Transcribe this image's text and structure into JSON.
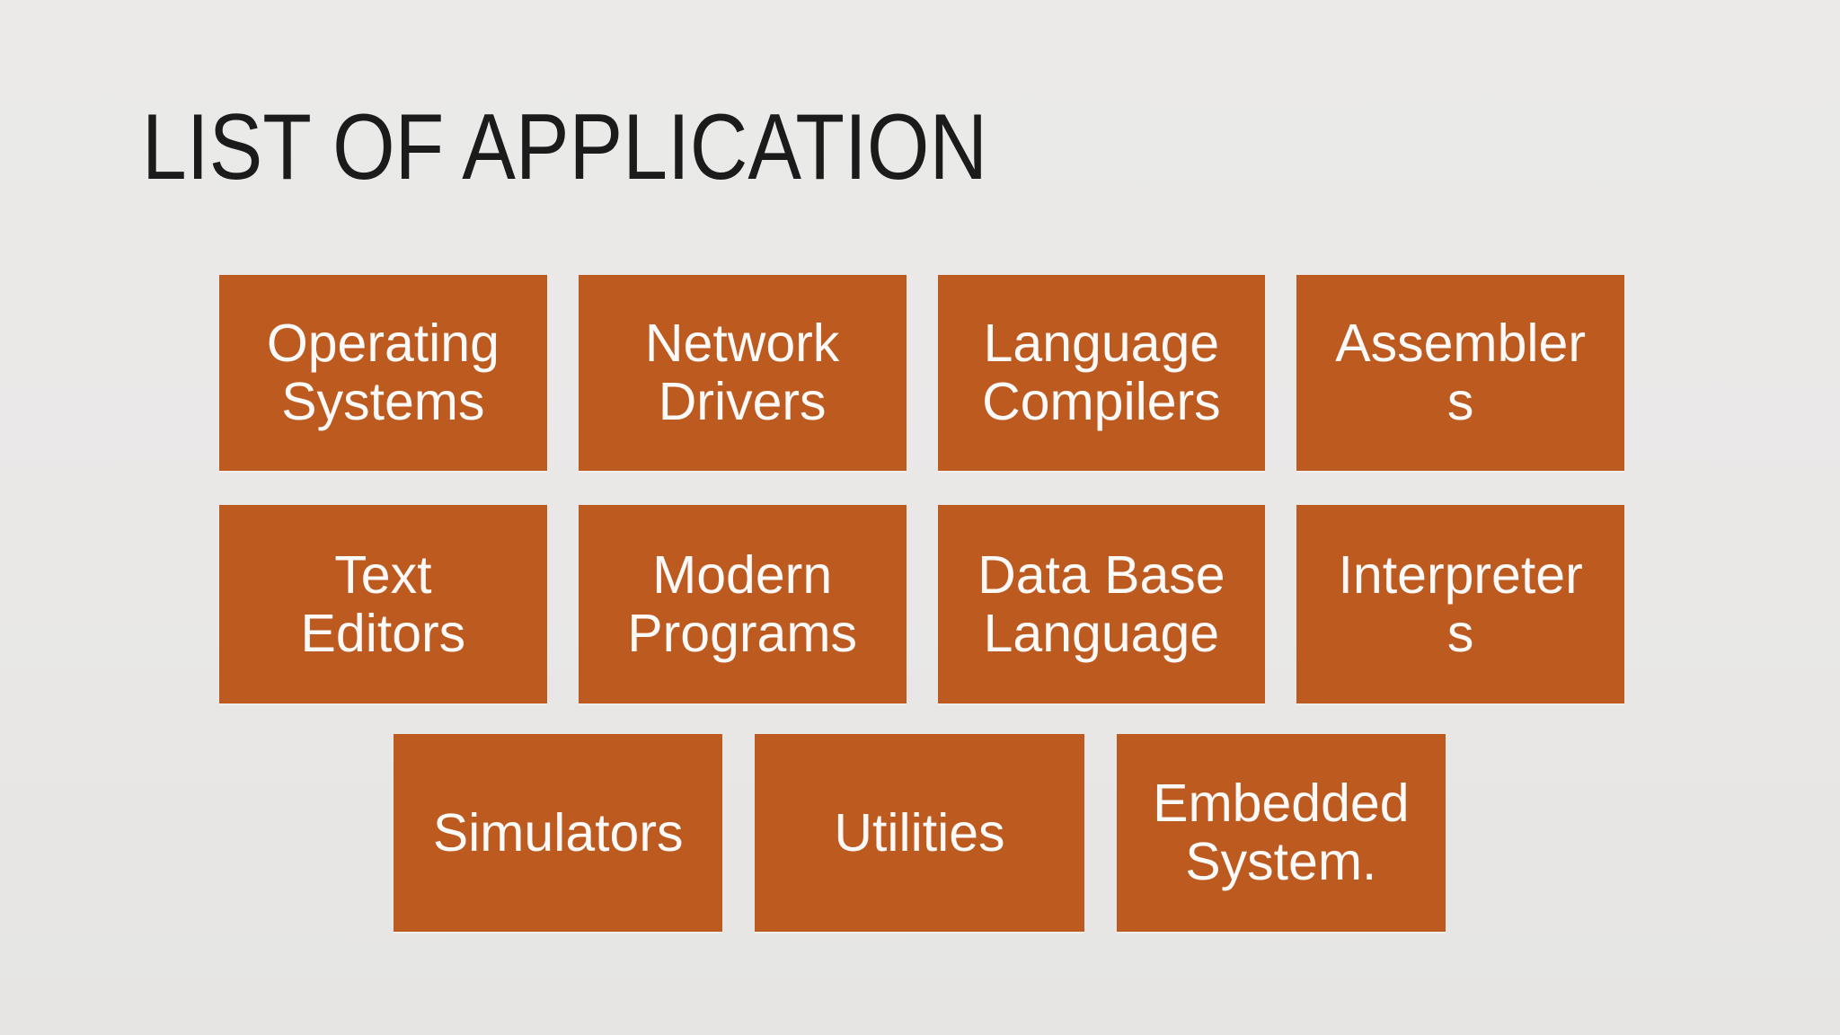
{
  "slide": {
    "title": "LIST OF APPLICATION",
    "colors": {
      "background": "#E9E8E7",
      "box_fill": "#BD5A20",
      "box_text": "#FBFAF8",
      "title_text": "#1B1B1B"
    },
    "rows": [
      {
        "items": [
          {
            "label": "Operating Systems",
            "display": "Operating\nSystems"
          },
          {
            "label": "Network Drivers",
            "display": "Network\nDrivers"
          },
          {
            "label": "Language Compilers",
            "display": "Language\nCompilers"
          },
          {
            "label": "Assemblers",
            "display": "Assembler\ns"
          }
        ]
      },
      {
        "items": [
          {
            "label": "Text Editors",
            "display": "Text\nEditors"
          },
          {
            "label": "Modern Programs",
            "display": "Modern\nPrograms"
          },
          {
            "label": "Data Base Language",
            "display": "Data Base\nLanguage"
          },
          {
            "label": "Interpreters",
            "display": "Interpreter\ns"
          }
        ]
      },
      {
        "items": [
          {
            "label": "Simulators",
            "display": "Simulators"
          },
          {
            "label": "Utilities",
            "display": "Utilities"
          },
          {
            "label": "Embedded System.",
            "display": "Embedded\nSystem."
          }
        ]
      }
    ]
  }
}
